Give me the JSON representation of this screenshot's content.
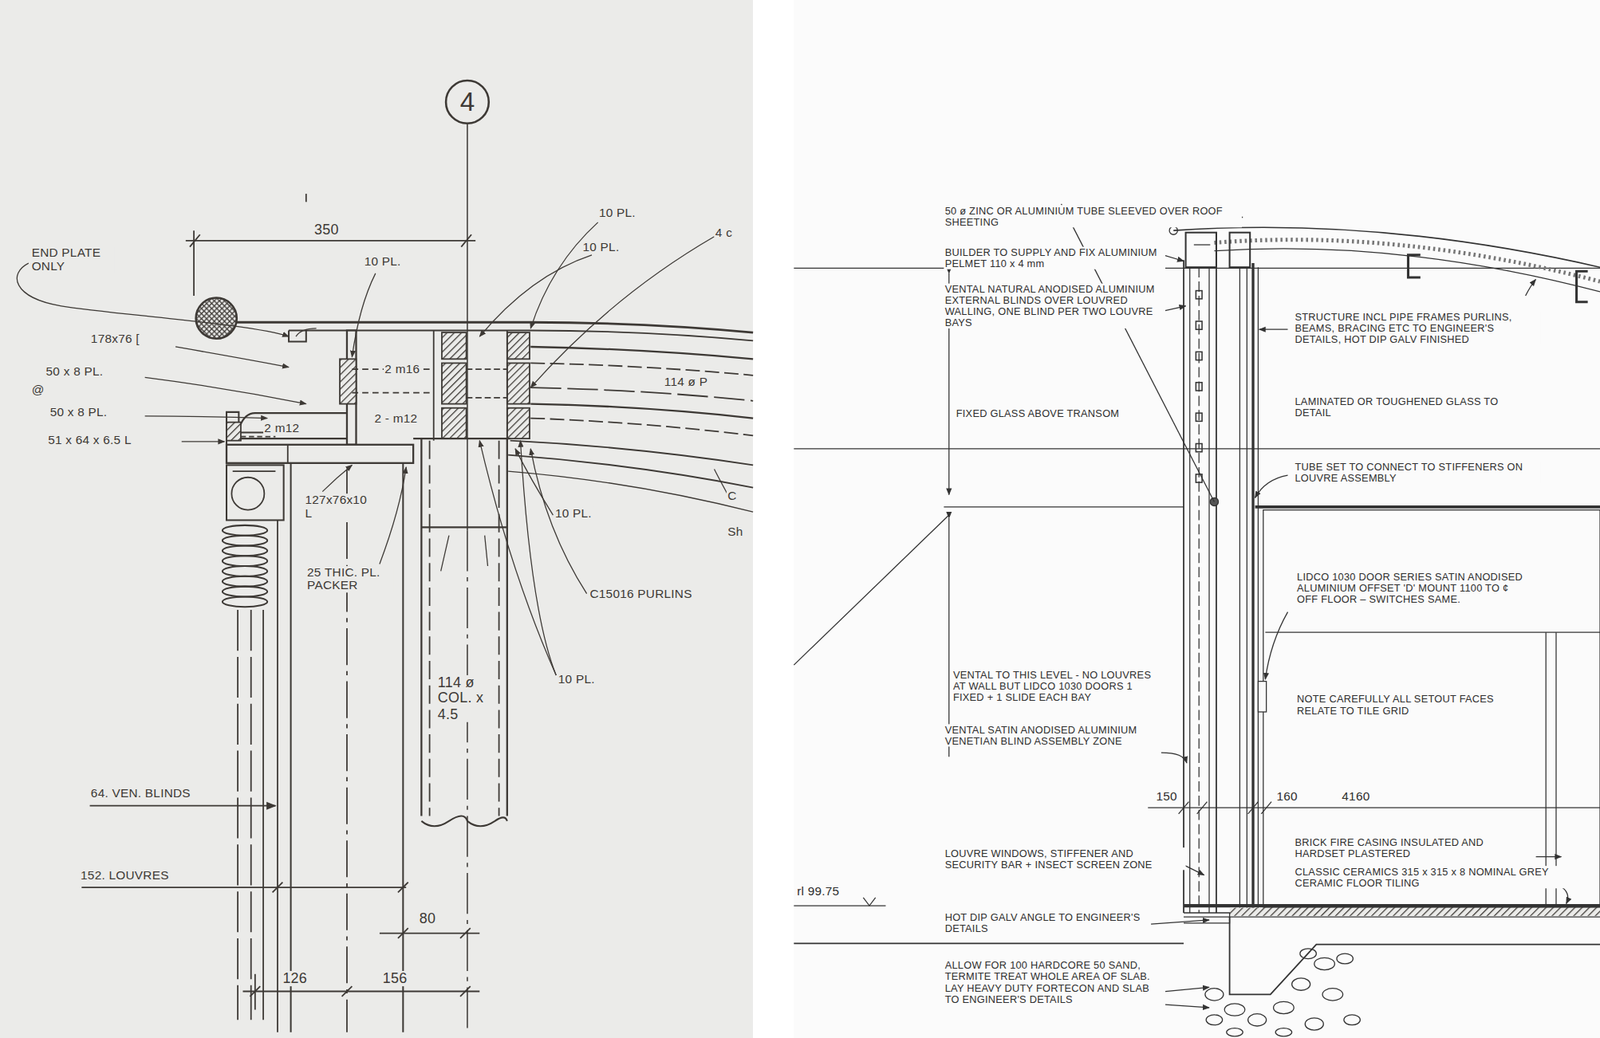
{
  "diagram": {
    "nodes": [
      {
        "text": [
          "4"
        ]
      }
    ],
    "labels": [
      "350",
      "10 PL.",
      "10 PL.",
      "4 c",
      "10 PL.",
      "END PLATE ONLY",
      "178x76 [",
      "50 x 8 PL.",
      "@",
      "50 x 8 PL.",
      "51 x 64 x 6.5 L",
      "2 m12",
      "2 m16",
      "2 - m12",
      "114 ø P",
      "127x76x10 L",
      "25 THIC. PL. PACKER",
      "10 PL.",
      "C15016 PURLINS",
      "C",
      "Sh",
      "10 PL.",
      "114 ø COL. x 4.5",
      "64. VEN. BLINDS",
      "152. LOUVRES",
      "80",
      "126",
      "156",
      "50 ø ZINC OR ALUMINIUM TUBE SLEEVED OVER ROOF SHEETING",
      "BUILDER TO SUPPLY AND FIX ALUMINIUM PELMET 110 x 4 mm",
      "VENTAL NATURAL ANODISED ALUMINIUM EXTERNAL BLINDS OVER LOUVRED WALLING, ONE BLIND PER TWO LOUVRE BAYS",
      "FIXED GLASS ABOVE TRANSOM",
      "STRUCTURE INCL PIPE FRAMES PURLINS, BEAMS, BRACING ETC TO ENGINEER'S DETAILS, HOT DIP GALV FINISHED",
      "LAMINATED OR TOUGHENED GLASS TO DETAIL",
      "TUBE SET TO CONNECT TO STIFFENERS ON LOUVRE ASSEMBLY",
      "LIDCO 1030 DOOR SERIES SATIN ANODISED ALUMINIUM OFFSET 'D' MOUNT 1100 TO ¢ OFF FLOOR – SWITCHES SAME.",
      "VENTAL TO THIS LEVEL - NO LOUVRES AT WALL BUT LIDCO 1030 DOORS 1 FIXED + 1 SLIDE EACH BAY",
      "VENTAL SATIN ANODISED ALUMINIUM VENETIAN BLIND ASSEMBLY ZONE",
      "NOTE CAREFULLY ALL SETOUT FACES RELATE TO TILE GRID",
      "150",
      "160",
      "4160",
      "LOUVRE WINDOWS, STIFFENER AND SECURITY BAR + INSECT SCREEN ZONE",
      "BRICK FIRE CASING INSULATED AND HARDSET PLASTERED",
      "CLASSIC CERAMICS 315 x 315 x 8 NOMINAL GREY CERAMIC FLOOR TILING",
      "rl 99.75",
      "HOT DIP GALV ANGLE TO ENGINEER'S DETAILS",
      "ALLOW FOR 100 HARDCORE 50 SAND, TERMITE TREAT WHOLE AREA OF SLAB. LAY HEAVY DUTY FORTECON AND SLAB TO ENGINEER'S DETAILS"
    ]
  }
}
